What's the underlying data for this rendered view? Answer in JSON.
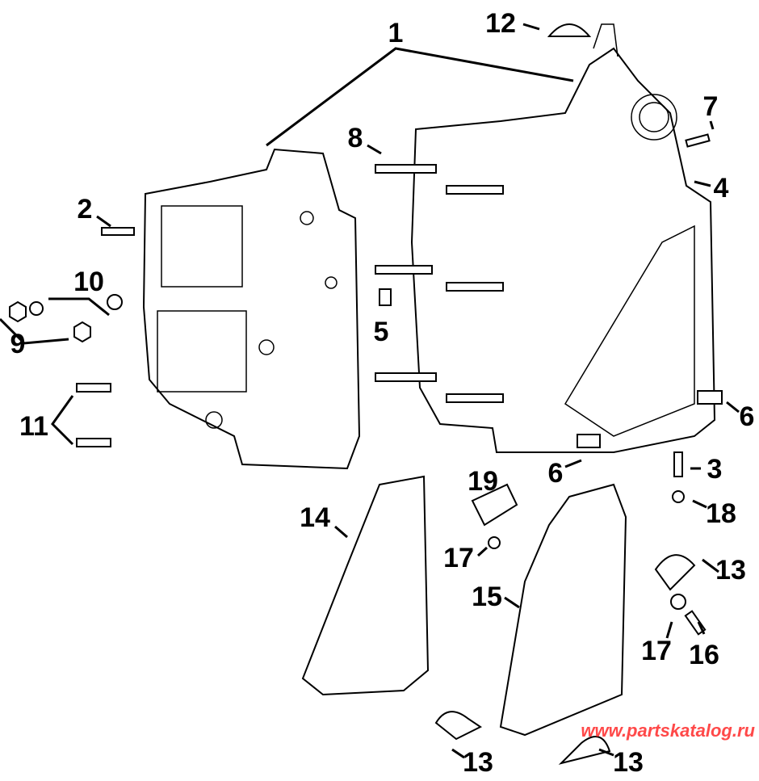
{
  "diagram": {
    "callouts": [
      "1",
      "12",
      "7",
      "8",
      "4",
      "2",
      "10",
      "5",
      "9",
      "11",
      "6",
      "6",
      "3",
      "18",
      "19",
      "14",
      "17",
      "13",
      "15",
      "17",
      "16",
      "13",
      "13"
    ],
    "watermark": "www.partskatalog.ru"
  }
}
